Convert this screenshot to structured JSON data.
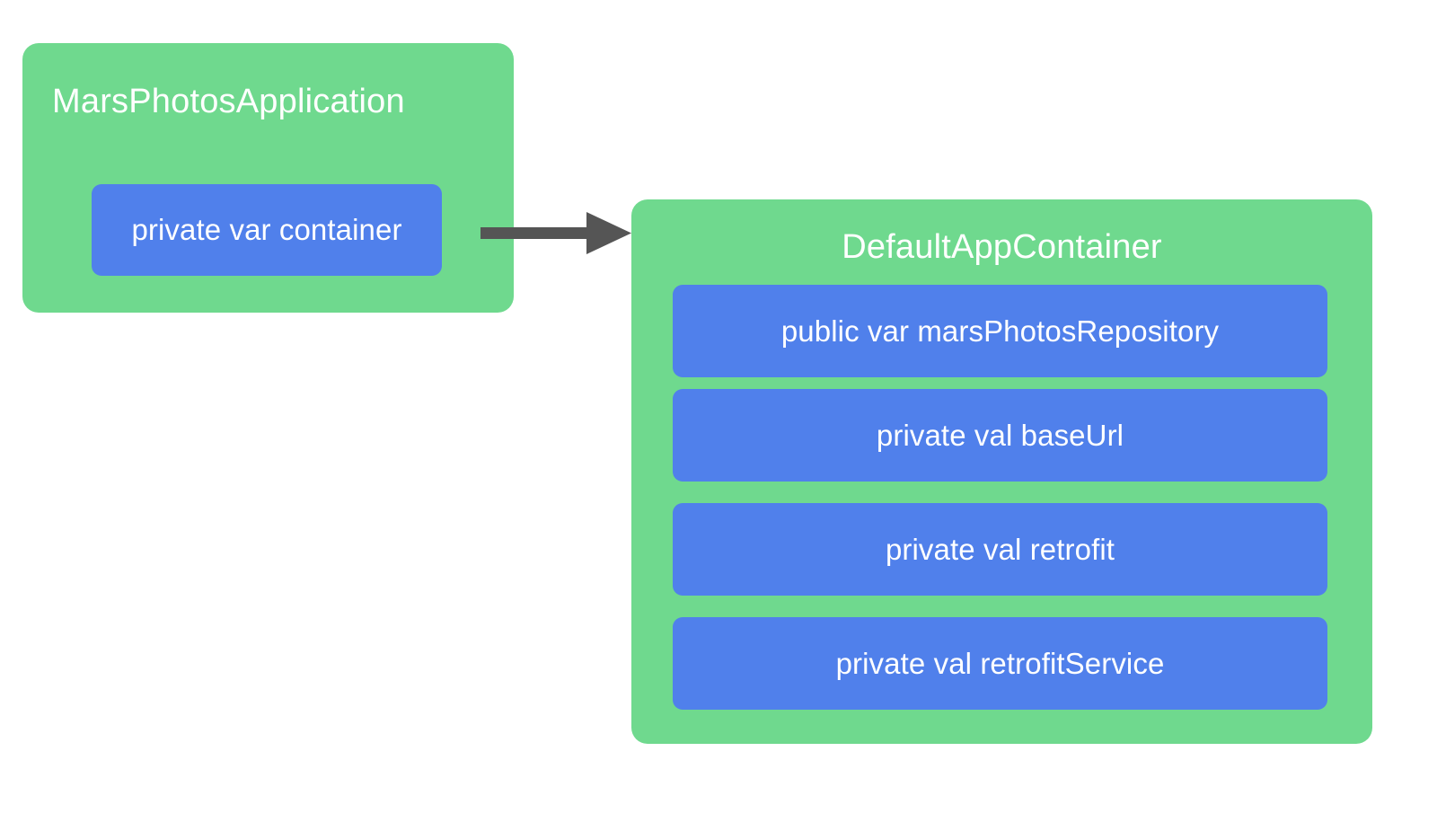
{
  "diagram": {
    "type": "class-relationship-diagram",
    "background_color": "#ffffff",
    "class_color": "#6FD98E",
    "member_color": "#5080EB",
    "arrow_color": "#555555",
    "text_color": "#ffffff",
    "classes": [
      {
        "name": "MarsPhotosApplication",
        "title_align": "left",
        "members": [
          {
            "label": "private var container"
          }
        ]
      },
      {
        "name": "DefaultAppContainer",
        "title_align": "center",
        "members": [
          {
            "label": "public var marsPhotosRepository"
          },
          {
            "label": "private val baseUrl"
          },
          {
            "label": "private val retrofit"
          },
          {
            "label": "private val retrofitService"
          }
        ]
      }
    ],
    "connections": [
      {
        "from": "MarsPhotosApplication.container",
        "to": "DefaultAppContainer",
        "style": "solid-arrow",
        "direction": "right"
      }
    ]
  }
}
